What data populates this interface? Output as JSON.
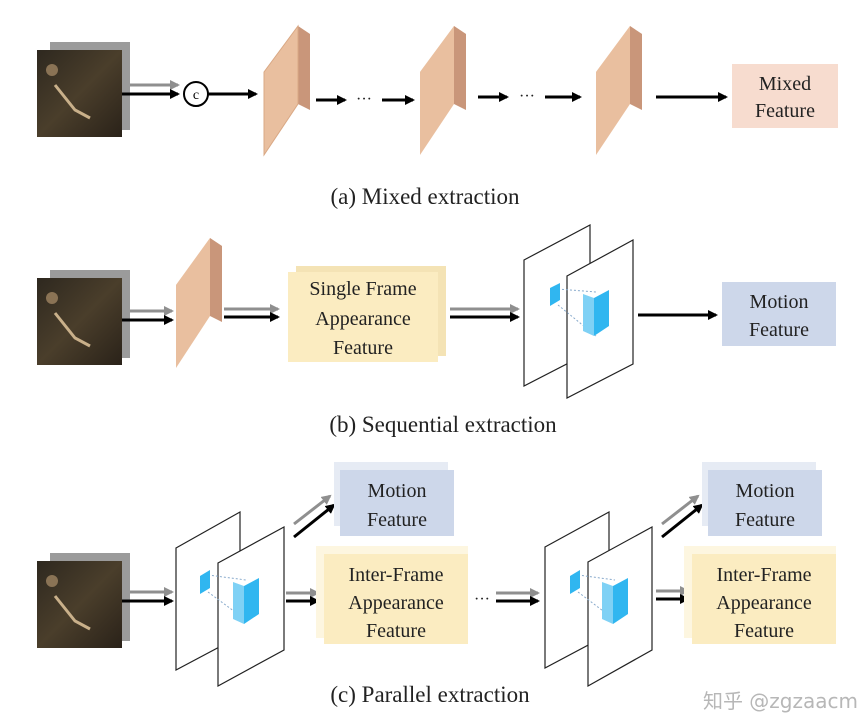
{
  "captions": {
    "a": "(a) Mixed extraction",
    "b": "(b) Sequential extraction",
    "c": "(c) Parallel extraction"
  },
  "row_a": {
    "concat_symbol": "c",
    "ellipsis_1": "···",
    "ellipsis_2": "···",
    "output": [
      "Mixed",
      "Feature"
    ]
  },
  "row_b": {
    "appearance": [
      "Single Frame",
      "Appearance",
      "Feature"
    ],
    "output": [
      "Motion",
      "Feature"
    ]
  },
  "row_c": {
    "motion_1": [
      "Motion",
      "Feature"
    ],
    "appearance_1": [
      "Inter-Frame",
      "Appearance",
      "Feature"
    ],
    "ellipsis": "···",
    "motion_2": [
      "Motion",
      "Feature"
    ],
    "appearance_2": [
      "Inter-Frame",
      "Appearance",
      "Feature"
    ]
  },
  "watermark": "知乎 @zgzaacm",
  "colors": {
    "cnn_block_face": "#e9bf9f",
    "cnn_block_side": "#c9967a",
    "mixed_box": "#f7dccf",
    "appearance_box": "#fbecc1",
    "motion_box": "#cdd7ea",
    "cube": "#30b6f0",
    "arrow_black": "#000000",
    "arrow_gray": "#8f8f8f",
    "video_frame": "#3b3224"
  }
}
